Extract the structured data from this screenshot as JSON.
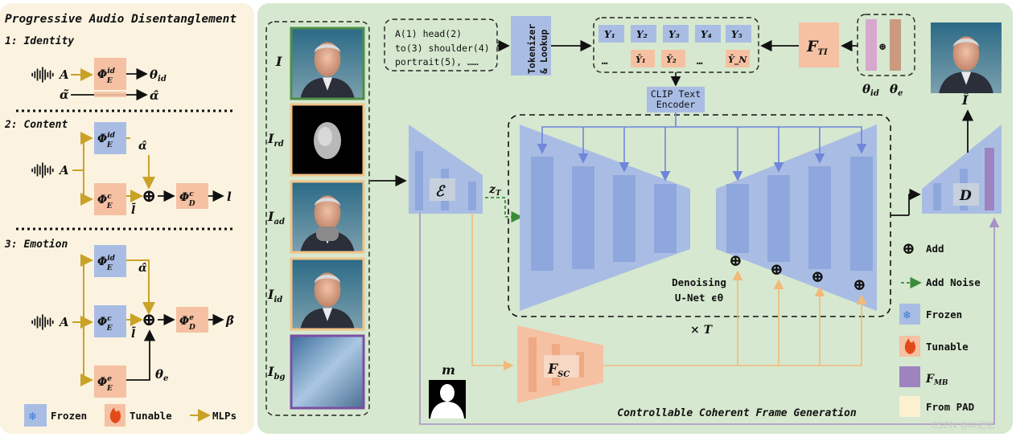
{
  "left_panel": {
    "title": "Progressive Audio Disentanglement",
    "stages": [
      {
        "label": "1: Identity"
      },
      {
        "label": "2: Content"
      },
      {
        "label": "3: Emotion"
      }
    ],
    "symbols": {
      "audio": "A",
      "alpha_tilde": "α̃",
      "alpha_hat": "α̂",
      "theta_id": "θ",
      "theta_id_sub": "id",
      "l": "l",
      "l_bar": "l̄",
      "beta_hat": "β̂",
      "theta_e": "θ",
      "theta_e_sub": "e",
      "phi": "Φ"
    },
    "blocks": {
      "id_sup": "id",
      "c_sup": "c",
      "e_sup": "e",
      "enc_sub": "E",
      "dec_sub": "D"
    },
    "legend": {
      "frozen": "Frozen",
      "tunable": "Tunable",
      "mlps": "MLPs"
    }
  },
  "inputs": {
    "labels": [
      {
        "main": "I",
        "sub": ""
      },
      {
        "main": "I",
        "sub": "rd"
      },
      {
        "main": "I",
        "sub": "ad"
      },
      {
        "main": "I",
        "sub": "id"
      },
      {
        "main": "I",
        "sub": "bg"
      }
    ]
  },
  "main": {
    "prompt_text": [
      "A(1) head(2)",
      "to(3) shoulder(4)",
      "portrait(5), ……"
    ],
    "tokenizer_label": [
      "Tokenizer",
      "& Lookup"
    ],
    "tokens_top": [
      "Y₁",
      "Y₂",
      "Y₃",
      "Y₄",
      "Y₅"
    ],
    "tokens_bottom": [
      "Ŷ₁",
      "Ŷ₂",
      "Ŷ_N"
    ],
    "ellipsis": "…",
    "clip_label": [
      "CLIP Text",
      "Encoder"
    ],
    "f_ti": "F",
    "f_ti_sub": "TI",
    "theta_id": "θ",
    "theta_id_sub": "id",
    "theta_e": "θ",
    "theta_e_sub": "e",
    "encoder_symbol": "ℰ",
    "zt": "z",
    "zt_sub": "T",
    "decoder_symbol": "D",
    "denoise_label": [
      "Denoising",
      "U-Net ϵθ"
    ],
    "times_t": "× T",
    "f_sc": "F",
    "f_sc_sub": "SC",
    "mask_label": "m",
    "output_label": "Î",
    "caption": "Controllable Coherent Frame Generation",
    "oplus": "⊕"
  },
  "legend_right": {
    "add": "Add",
    "add_noise": "Add Noise",
    "frozen": "Frozen",
    "tunable": "Tunable",
    "f_mb": "F",
    "f_mb_sub": "MB",
    "from_pad": "From PAD"
  },
  "watermark": "CSDN @AI记忆",
  "colors": {
    "left_bg": "#fbf3e0",
    "main_bg": "#d6e8cf",
    "frozen_blue": "#a9bde4",
    "tunable_salmon": "#f5c1a2",
    "mlp_gold": "#c9a227",
    "f_mb_purple": "#9d84bf",
    "from_pad": "#fbf1d0",
    "arrow_blue": "#6f86db",
    "arrow_orange": "#f2b978",
    "arrow_purple": "#a98fc6",
    "noise_green": "#3c8a3c"
  }
}
